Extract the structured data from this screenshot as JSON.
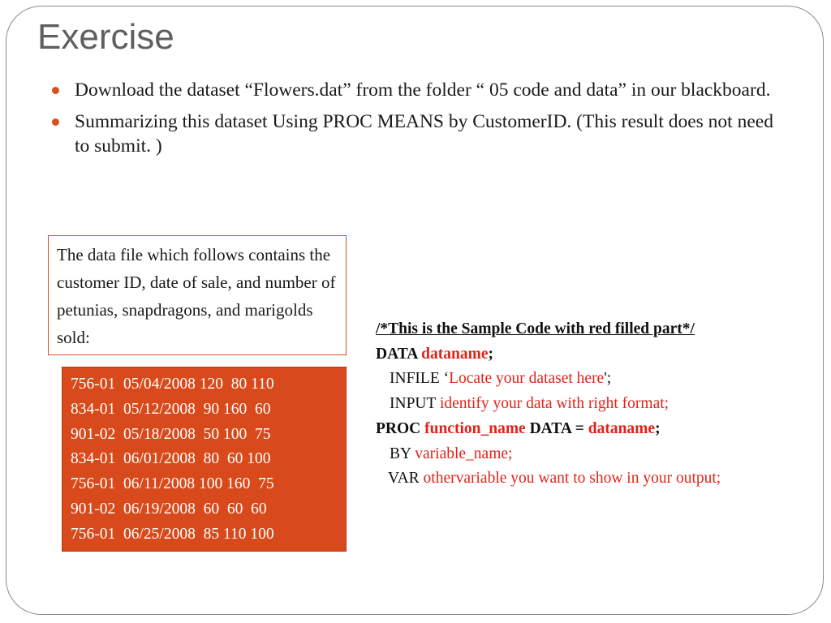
{
  "slide": {
    "title": "Exercise",
    "bullets": [
      "Download the dataset “Flowers.dat” from the folder “ 05 code and data”  in our blackboard.",
      "Summarizing this dataset Using PROC MEANS by CustomerID. (This result does not need to submit. )"
    ]
  },
  "info_box": {
    "text": "The data file which follows contains the customer ID, date of sale, and number of petunias, snapdragons, and marigolds sold:"
  },
  "data_rows": [
    "756-01  05/04/2008 120  80 110",
    "834-01  05/12/2008  90 160  60",
    "901-02  05/18/2008  50 100  75",
    "834-01  06/01/2008  80  60 100",
    "756-01  06/11/2008 100 160  75",
    "901-02  06/19/2008  60  60  60",
    "756-01  06/25/2008  85 110 100"
  ],
  "code": {
    "comment": "/*This is the Sample Code with red filled part*/",
    "data_kw": "DATA ",
    "dataname": "dataname",
    "semicolon": ";",
    "infile_kw": "INFILE ‘",
    "infile_value": "Locate your dataset here",
    "infile_end": "';",
    "input_kw": "INPUT ",
    "input_value": "identify your data with right format;",
    "proc_kw": "PROC ",
    "function_name": "function_name",
    "data_eq": " DATA = ",
    "proc_dataname": "dataname",
    "proc_semicolon": ";",
    "by_kw": "BY ",
    "by_value": "variable_name;",
    "var_kw": "VAR ",
    "var_value": "othervariable you want to show in your output;"
  },
  "colors": {
    "accent": "#d8501f",
    "data_box_fill": "#d84a1b",
    "code_red": "#e2231a",
    "title_gray": "#5f5f5f"
  }
}
